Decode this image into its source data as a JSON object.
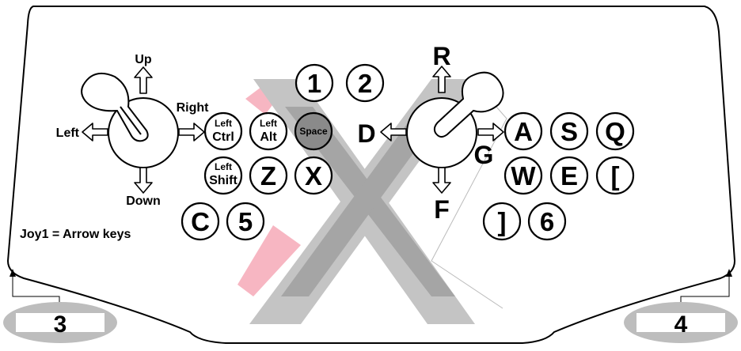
{
  "panel": {
    "outline_color": "#000000",
    "background": "#ffffff"
  },
  "watermark": {
    "glyph": "X",
    "colors": [
      "#f7b6c2",
      "#bdbdbd",
      "#9a9a9a"
    ]
  },
  "joystick_left": {
    "up": "Up",
    "down": "Down",
    "left": "Left",
    "right": "Right",
    "note": "Joy1 = Arrow keys"
  },
  "joystick_right": {
    "up": "R",
    "down": "F",
    "left": "D",
    "right": "G"
  },
  "buttons": {
    "b1": "1",
    "b2": "2",
    "lctrl": [
      "Left",
      "Ctrl"
    ],
    "lalt": [
      "Left",
      "Alt"
    ],
    "space": "Space",
    "lshift": [
      "Left",
      "Shift"
    ],
    "z": "Z",
    "x": "X",
    "c": "C",
    "five": "5",
    "a": "A",
    "s": "S",
    "q": "Q",
    "w": "W",
    "e": "E",
    "lbracket": "[",
    "rbracket": "]",
    "six": "6"
  },
  "players": {
    "left": "3",
    "right": "4"
  }
}
